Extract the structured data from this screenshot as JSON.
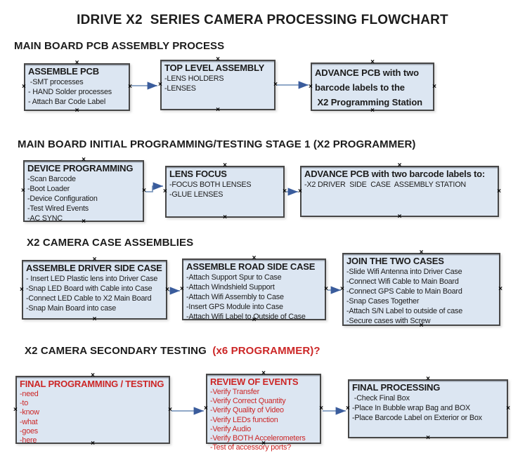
{
  "page": {
    "title": "IDRIVE X2  SERIES CAMERA PROCESSING FLOWCHART"
  },
  "colors": {
    "background": "#ffffff",
    "text": "#1c1c1c",
    "red": "#cc2626",
    "box_fill": "#dce6f2",
    "box_border": "#474747",
    "arrow_line": "#6c8cb5",
    "arrow_head": "#3a5c9c"
  },
  "glyphs": {
    "connection_handle": "×"
  },
  "sections": [
    {
      "heading": "MAIN BOARD PCB ASSEMBLY PROCESS",
      "boxes": [
        {
          "title": "ASSEMBLE PCB",
          "lines": [
            " -SMT processes",
            "- HAND Solder processes",
            "- Attach Bar Code Label"
          ]
        },
        {
          "title": "TOP LEVEL ASSEMBLY",
          "lines": [
            "-LENS HOLDERS",
            "-LENSES"
          ]
        },
        {
          "title": "",
          "lines": [
            "ADVANCE PCB with two",
            "barcode labels to the",
            " X2 Programming Station"
          ]
        }
      ]
    },
    {
      "heading": "MAIN BOARD INITIAL PROGRAMMING/TESTING STAGE 1 (X2 PROGRAMMER)",
      "boxes": [
        {
          "title": "DEVICE PROGRAMMING",
          "lines": [
            "-Scan Barcode",
            "-Boot Loader",
            "-Device Configuration",
            "-Test Wired Events",
            "-AC SYNC"
          ]
        },
        {
          "title": "LENS FOCUS",
          "lines": [
            "-FOCUS BOTH LENSES",
            "-GLUE LENSES"
          ]
        },
        {
          "title": "ADVANCE PCB with two barcode labels to:",
          "lines": [
            "-X2 DRIVER  SIDE  CASE  ASSEMBLY STATION"
          ]
        }
      ]
    },
    {
      "heading": "X2 CAMERA CASE ASSEMBLIES",
      "boxes": [
        {
          "title": "ASSEMBLE DRIVER SIDE CASE",
          "lines": [
            "- Insert LED Plastic lens into Driver Case",
            "-Snap LED Board with Cable into Case",
            "-Connect LED Cable to X2 Main Board",
            "-Snap Main Board into case"
          ]
        },
        {
          "title": "ASSEMBLE ROAD SIDE CASE",
          "lines": [
            "-Attach Support Spur to Case",
            "-Attach Windshield Support",
            "-Attach Wifi Assembly to Case",
            "-Insert GPS Module into Case",
            "-Attach Wifi Label to Outside of Case"
          ]
        },
        {
          "title": "JOIN THE TWO CASES",
          "lines": [
            "-Slide Wifi Antenna into Driver Case",
            "-Connect Wifi Cable to Main Board",
            "-Connect GPS Cable to Main Board",
            "-Snap Cases Together",
            "-Attach S/N Label to outside of case",
            "-Secure cases with Screw"
          ]
        }
      ]
    },
    {
      "heading": "X2 CAMERA SECONDARY TESTING  ",
      "heading_red": "(x6 PROGRAMMER)?",
      "boxes": [
        {
          "title": "FINAL PROGRAMMING / TESTING",
          "lines": [
            "-need",
            "-to",
            "-know",
            "-what",
            "-goes",
            "-here"
          ]
        },
        {
          "title": "REVIEW OF EVENTS",
          "lines": [
            "-Verify Transfer",
            "-Verify Correct Quantity",
            "-Verify Quality of Video",
            "-Verify LEDs function",
            "-Verify Audio",
            "-Verify BOTH Accelerometers",
            "-Test of accessory ports?"
          ]
        },
        {
          "title": "FINAL PROCESSING",
          "lines": [
            " -Check Final Box",
            "-Place In Bubble wrap Bag and BOX",
            "-Place Barcode Label on Exterior or Box"
          ]
        }
      ]
    }
  ]
}
